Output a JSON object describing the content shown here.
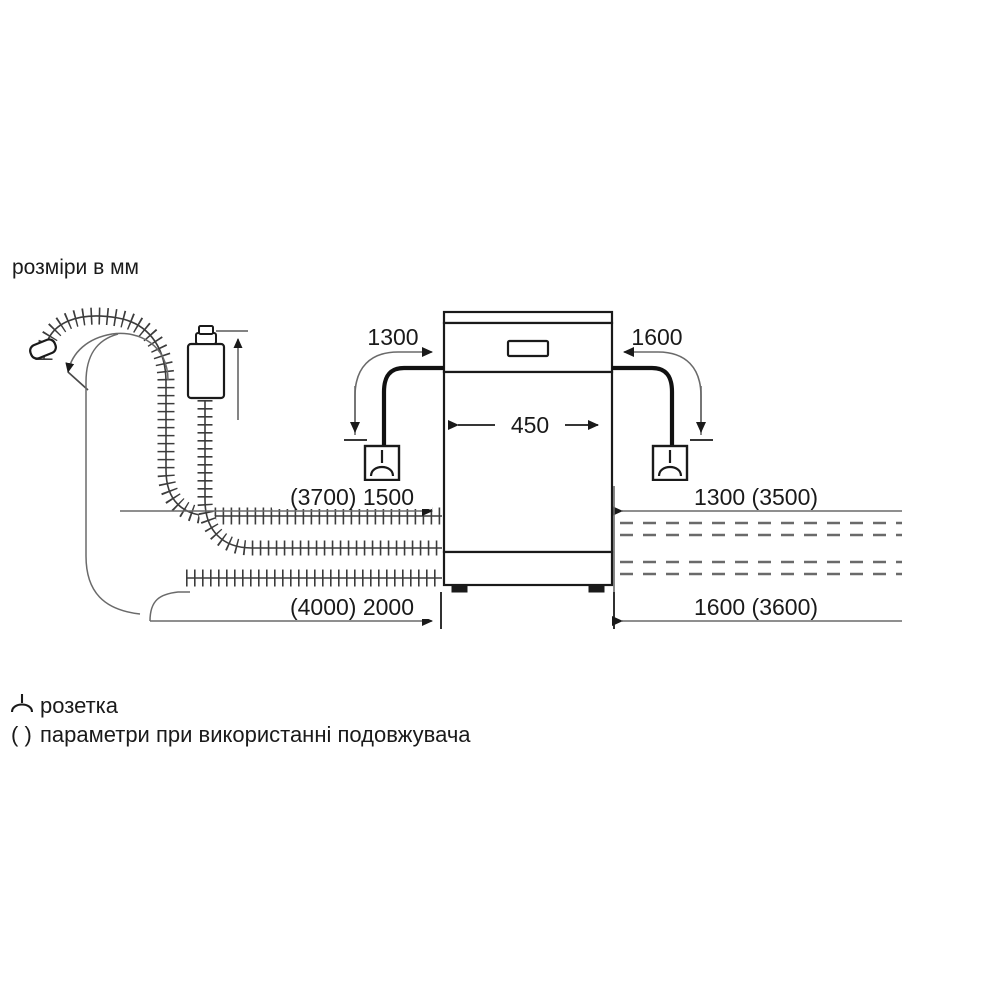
{
  "document": {
    "type": "installation-dimension-diagram",
    "units_note": "розміри в мм",
    "appliance": "dishwasher"
  },
  "colors": {
    "stroke": "#1a1a1a",
    "dimension_line": "#5a5a5a",
    "hose_line": "#3c3c3c",
    "background": "#ffffff",
    "cord": "#111111"
  },
  "appliance": {
    "width_label": "450",
    "name": "dishwasher-body"
  },
  "dimensions": {
    "cord_left_top": "1300",
    "cord_right_top": "1600",
    "body_width": "450",
    "drain_left_mid": "(3700) 1500",
    "supply_right_mid": "1300 (3500)",
    "drain_left_bottom": "(4000) 2000",
    "supply_right_bottom": "1600 (3600)"
  },
  "legend": {
    "socket_symbol_name": "socket-symbol",
    "socket_label": "розетка",
    "paren_symbol": "( )",
    "paren_label": "параметри при використанні подовжувача"
  },
  "elements": {
    "hose_end_name": "drain-hose-end",
    "aquastop_name": "aquastop-valve",
    "socket_left_name": "socket-left",
    "socket_right_name": "socket-right",
    "supply_hose_upper": "supply-hose-upper",
    "supply_hose_lower": "supply-hose-lower",
    "drain_hose_upper": "drain-hose-upper",
    "drain_hose_lower": "drain-hose-lower"
  }
}
